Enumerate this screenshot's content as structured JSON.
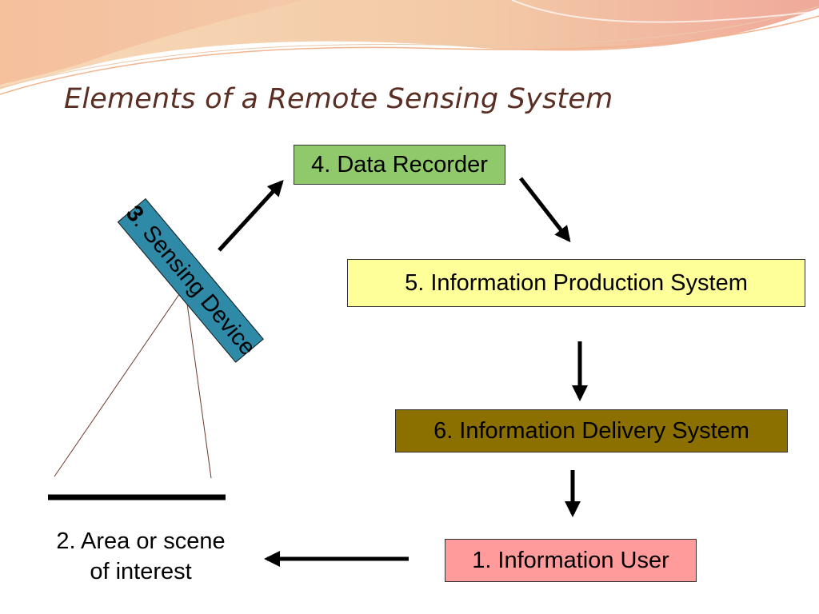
{
  "title": "Elements of a Remote Sensing System",
  "nodes": {
    "data_recorder": "4. Data Recorder",
    "info_production": "5. Information Production System",
    "info_delivery": "6. Information Delivery System",
    "info_user": "1. Information User",
    "sensing_number": "3",
    "sensing_rest": ". Sensing Device",
    "area_line1": "2. Area or scene",
    "area_line2": "of interest"
  },
  "colors": {
    "title": "#5a2e23",
    "data_recorder": "#8fc96b",
    "info_production": "#ffff99",
    "info_delivery": "#8b7000",
    "info_user": "#ff9b9b",
    "sensing_device": "#2f8aa8"
  }
}
